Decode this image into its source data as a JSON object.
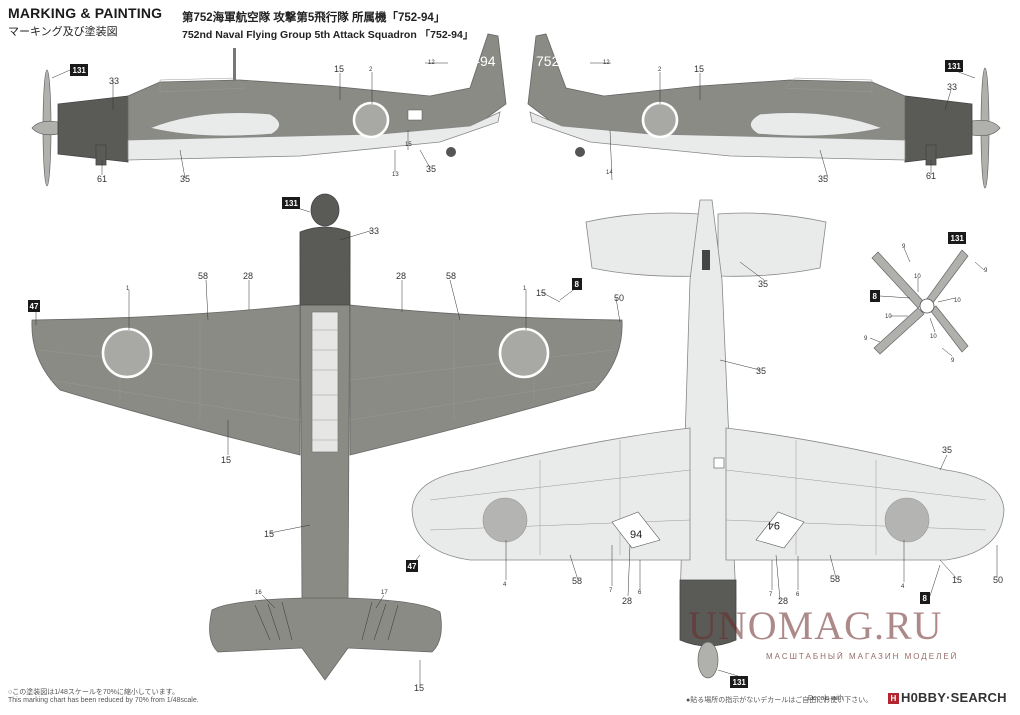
{
  "header": {
    "title": "MARKING & PAINTING",
    "subtitle_jp": "マーキング及び塗装図",
    "caption_jp": "第752海軍航空隊 攻撃第5飛行隊 所属機「752-94」",
    "caption_en": "752nd Naval Flying Group 5th Attack Squadron 「752-94」"
  },
  "aircraft_code": "752-94",
  "fuselage_number": "94",
  "callouts": {
    "c131": "131",
    "c33": "33",
    "c15": "15",
    "c61": "61",
    "c35": "35",
    "c12": "12",
    "c2": "2",
    "c13": "13",
    "c14": "14",
    "c58": "58",
    "c28": "28",
    "c47": "47",
    "c8": "8",
    "c50": "50",
    "c1": "1",
    "c16": "16",
    "c17": "17",
    "c4": "4",
    "c7": "7",
    "c6": "6",
    "c9": "9",
    "c10": "10"
  },
  "footer": {
    "note_jp": "○この塗装図は1/48スケールを70%に縮小しています。",
    "note_en": "This marking chart has been reduced by 70% from 1/48scale.",
    "decal_note_jp": "●貼る場所の指示がないデカールはご自由にお使い下さい。",
    "decal_note_en": "Decals with",
    "brand": "H0BBY·SEARCH",
    "brand_mark": "H"
  },
  "watermark": {
    "site": "UNOMAG.RU",
    "tagline": "МАСШТАБНЫЙ МАГАЗИН МОДЕЛЕЙ"
  },
  "colors": {
    "upper_green": "#8a8b84",
    "cowling": "#5a5a57",
    "underside": "#e9eaea",
    "outline": "#777777",
    "hinomaru_upper": "#a8a8a4",
    "hinomaru_lower": "#b4b4b2",
    "callout_box": "#1a1a1a"
  }
}
